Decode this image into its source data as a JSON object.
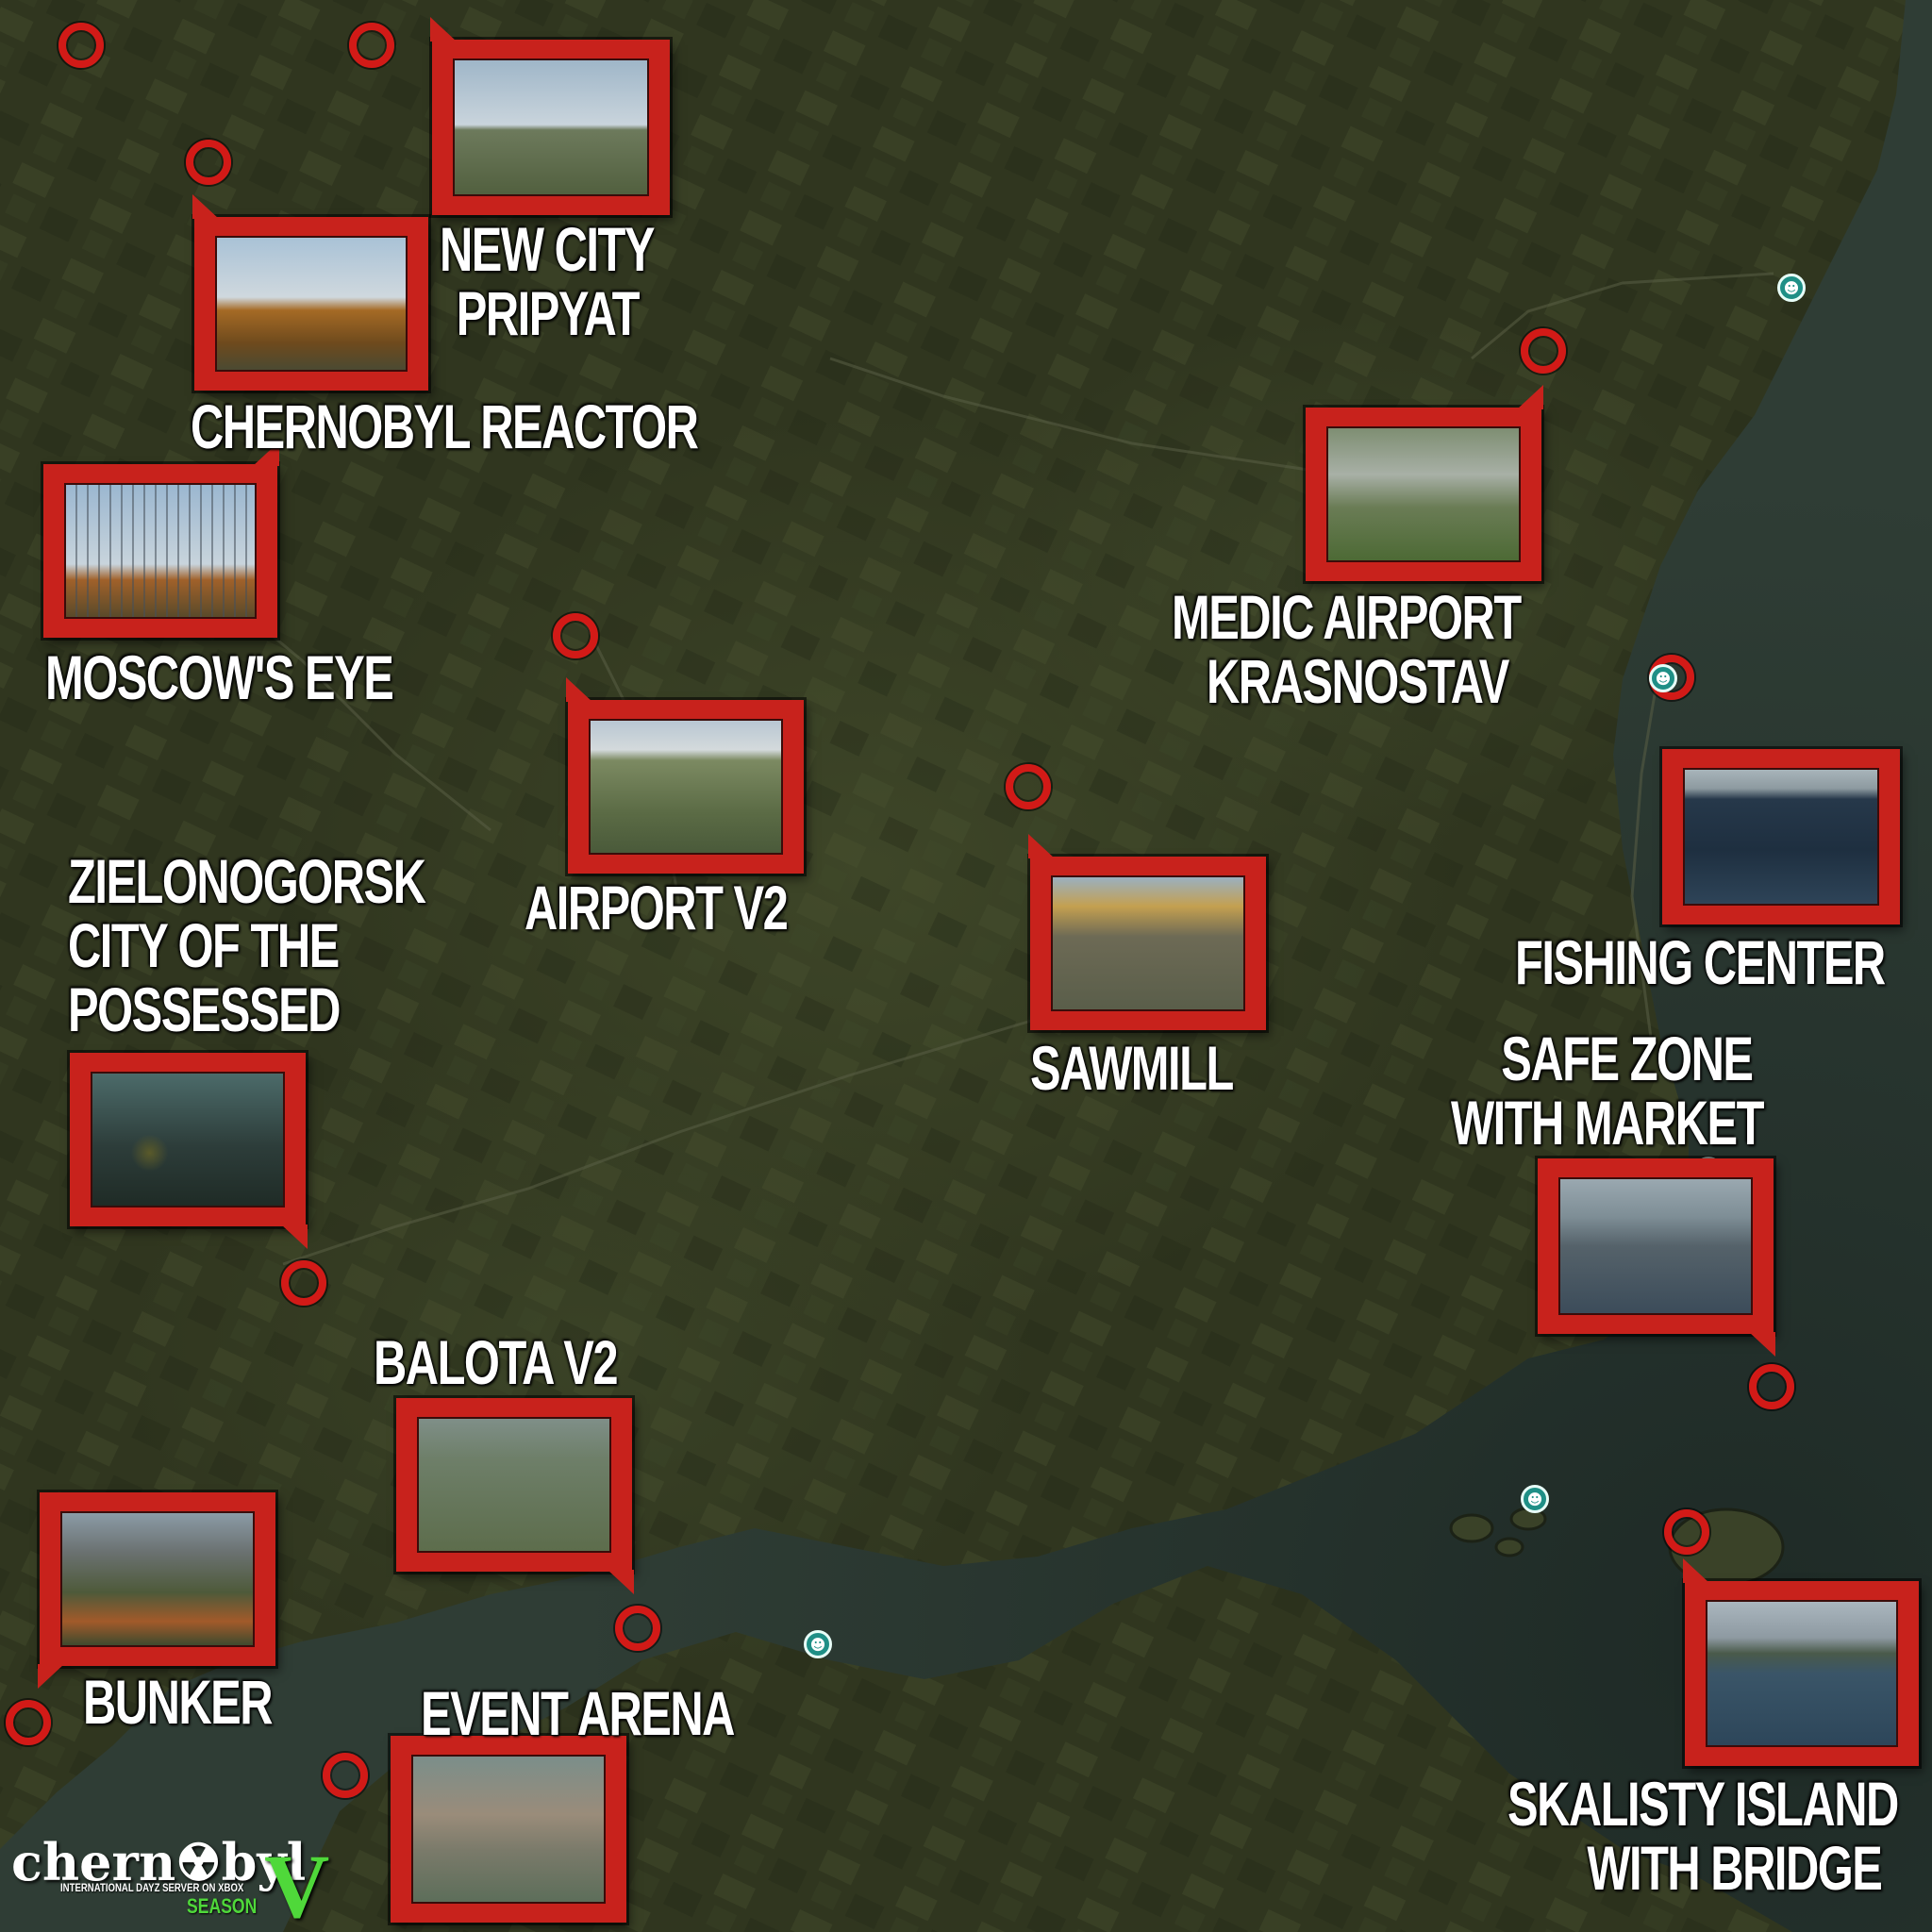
{
  "locations": [
    {
      "id": "new-city-pripyat",
      "lines": [
        "NEW CITY",
        "PRIPYAT"
      ]
    },
    {
      "id": "chernobyl-reactor",
      "lines": [
        "CHERNOBYL REACTOR"
      ]
    },
    {
      "id": "moscows-eye",
      "lines": [
        "MOSCOW'S EYE"
      ]
    },
    {
      "id": "airport-v2",
      "lines": [
        "AIRPORT V2"
      ]
    },
    {
      "id": "zielonogorsk",
      "lines": [
        "ZIELONOGORSK",
        "CITY OF THE",
        "POSSESSED"
      ]
    },
    {
      "id": "balota-v2",
      "lines": [
        "BALOTA V2"
      ]
    },
    {
      "id": "bunker",
      "lines": [
        "BUNKER"
      ]
    },
    {
      "id": "event-arena",
      "lines": [
        "EVENT ARENA"
      ]
    },
    {
      "id": "sawmill",
      "lines": [
        "SAWMILL"
      ]
    },
    {
      "id": "medic-airport",
      "lines": [
        "MEDIC AIRPORT",
        "KRASNOSTAV"
      ]
    },
    {
      "id": "fishing-center",
      "lines": [
        "FISHING CENTER"
      ]
    },
    {
      "id": "safe-zone",
      "lines": [
        "SAFE ZONE",
        "WITH MARKET"
      ]
    },
    {
      "id": "skalisty-island",
      "lines": [
        "SKALISTY ISLAND",
        "WITH BRIDGE"
      ]
    }
  ],
  "logo": {
    "wordmark": "chern☢byl",
    "tagline": "INTERNATIONAL DAYZ SERVER ON XBOX",
    "season_label": "SEASON",
    "season_numeral": "V"
  },
  "icons": {
    "marker": "red-ring-marker-icon",
    "trader": "trader-person-icon"
  },
  "colors": {
    "marker": "#d21a17",
    "frame": "#c8221c",
    "label": "#ffffff",
    "sea": "#2c3a34",
    "land": "#30361f",
    "logo_accent": "#4fd83a",
    "trader": "#1f8f86"
  }
}
